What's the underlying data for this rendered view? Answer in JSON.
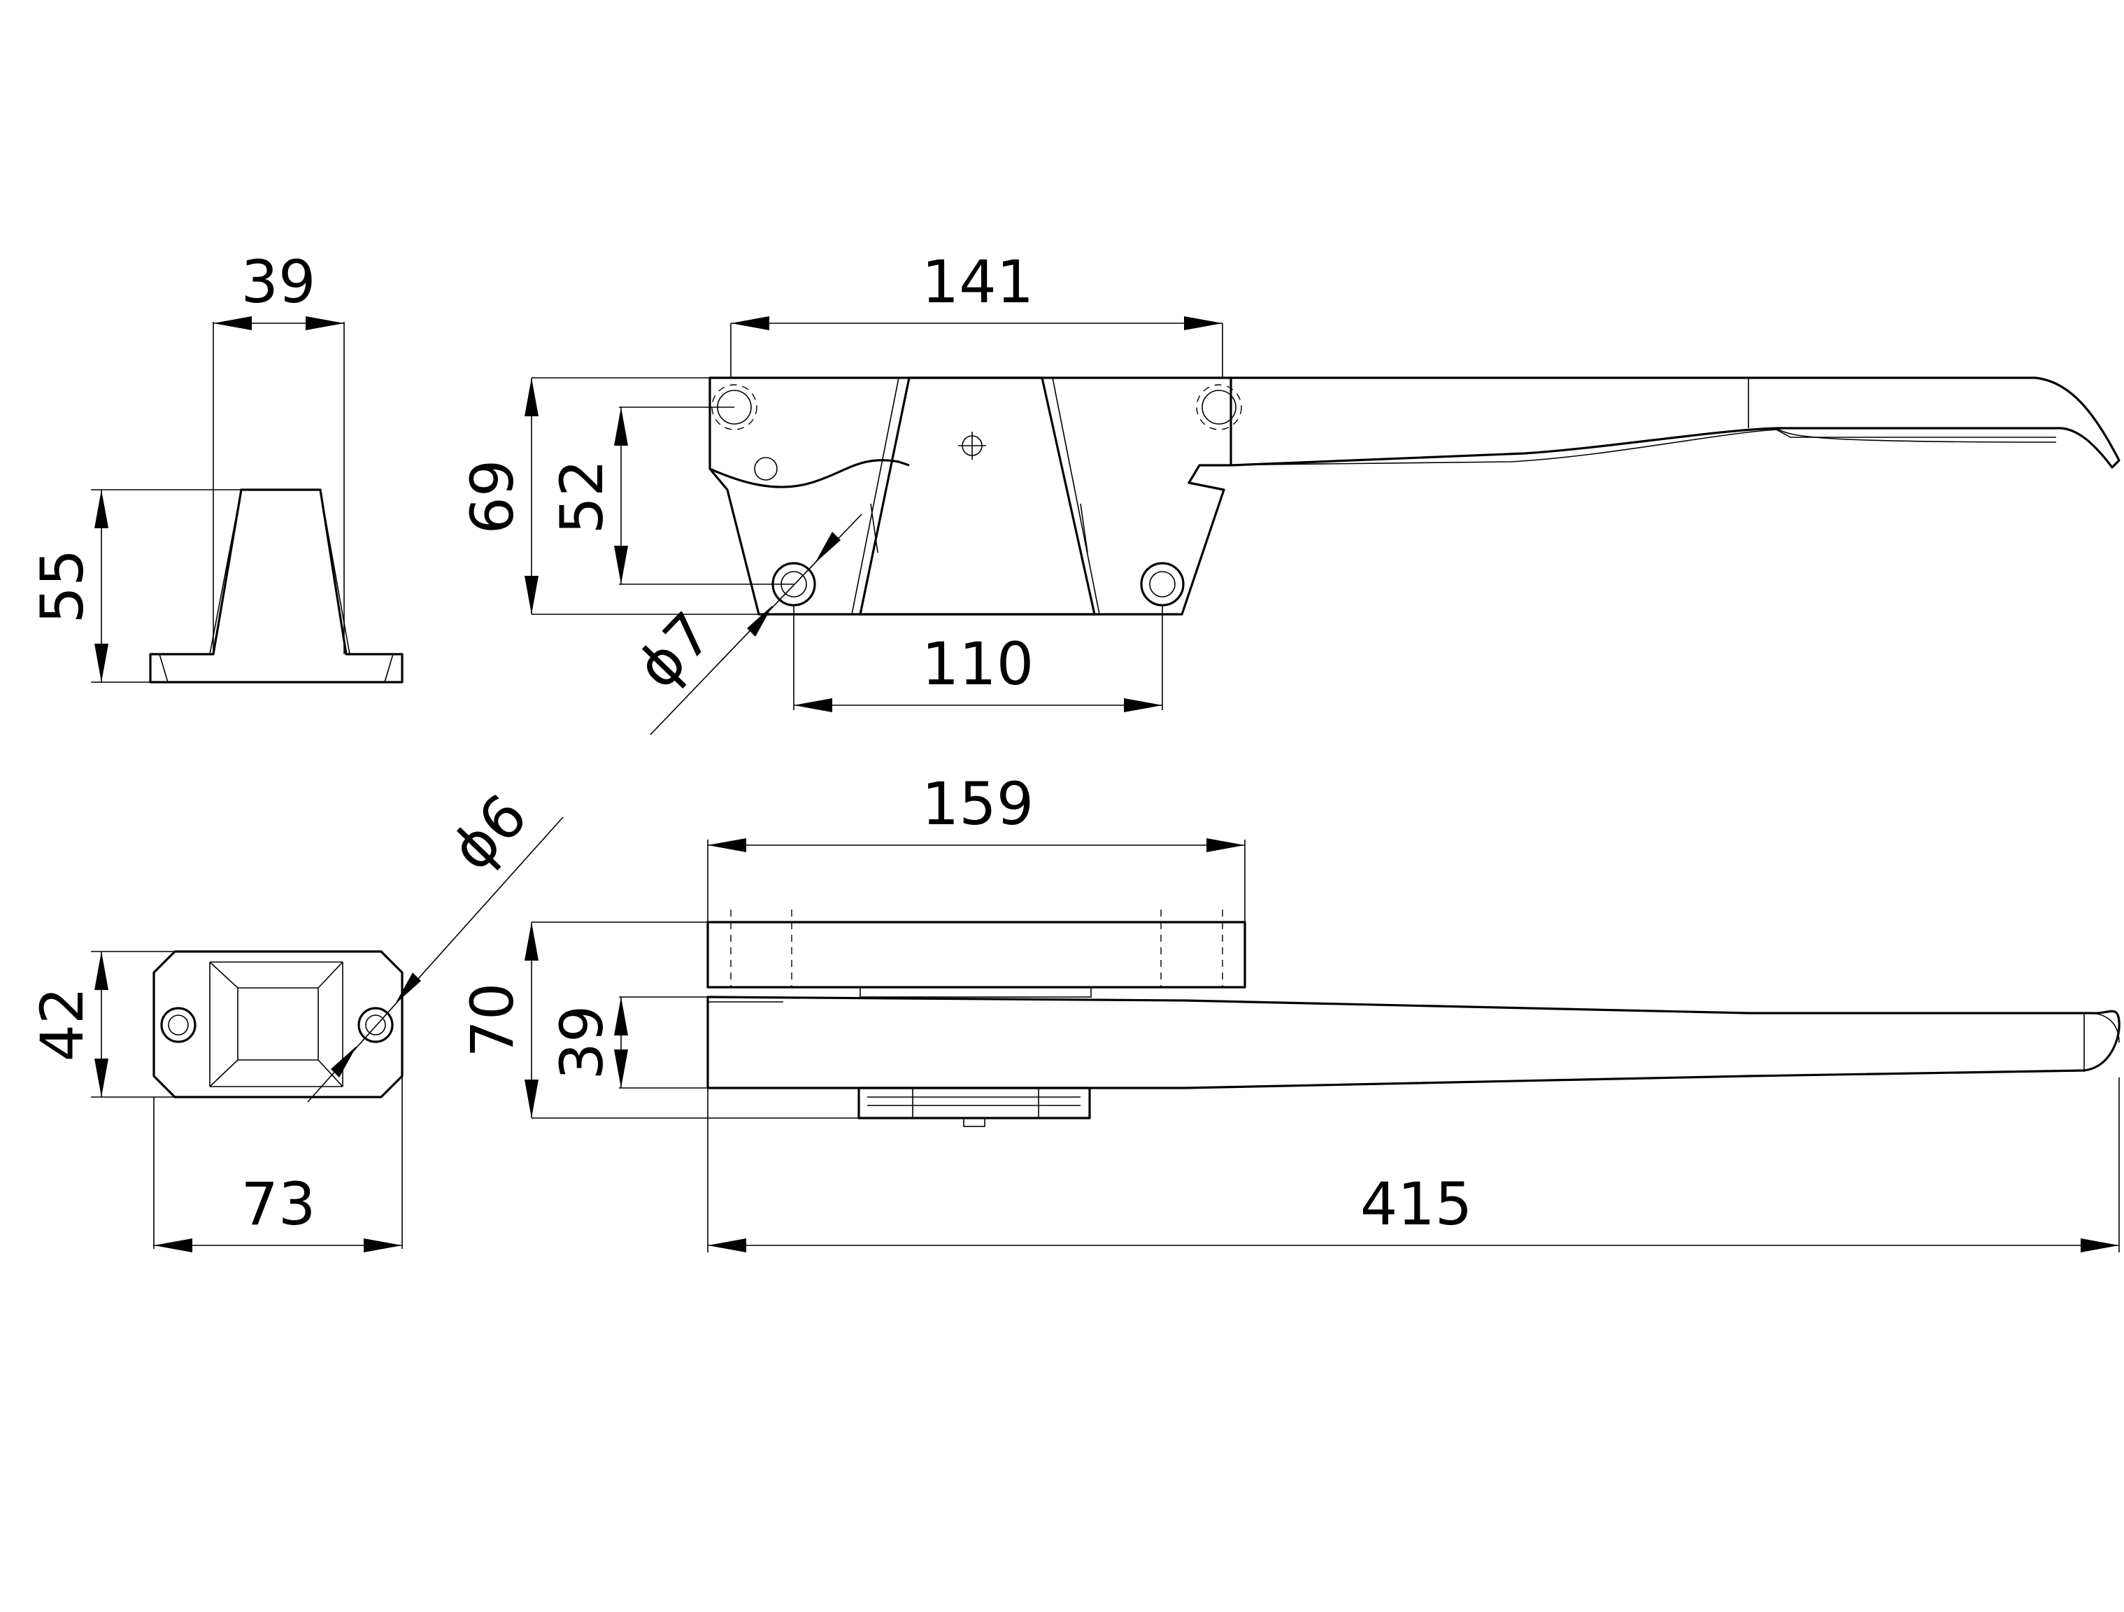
{
  "dimensions": {
    "side_width": "39",
    "side_height": "55",
    "top_span": "141",
    "side_total_height": "69",
    "hole_vertical": "52",
    "hole_dia_front": "ϕ7",
    "base_hole_span": "110",
    "plate_width": "159",
    "base_width": "42",
    "base_length": "73",
    "base_hole_dia": "ϕ6",
    "plan_total_height": "70",
    "handle_width": "39",
    "overall_length": "415"
  }
}
